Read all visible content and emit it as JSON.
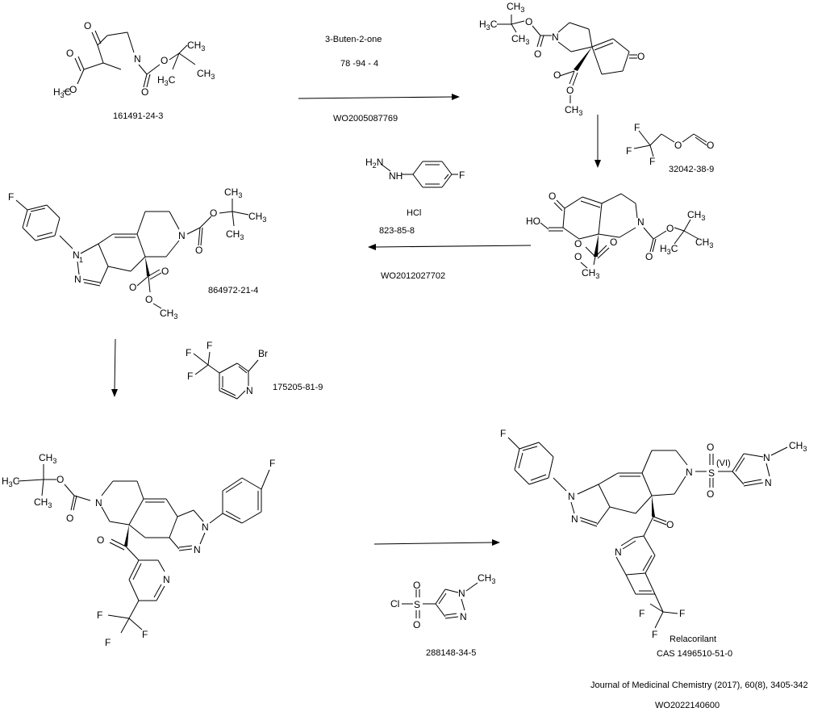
{
  "scheme": {
    "compounds": {
      "start": {
        "cas": "161491-24-3"
      },
      "enone": {},
      "hydroxymethylene": {},
      "pyrazole_boc": {
        "cas": "864972-21-4"
      },
      "ketone_boc": {},
      "product": {
        "name": "Relacorilant",
        "cas": "CAS 1496510-51-0"
      }
    },
    "reagents": {
      "step1": {
        "name": "3-Buten-2-one",
        "cas": "78 -94 - 4",
        "patent": "WO2005087769"
      },
      "step2": {
        "cas": "32042-38-9"
      },
      "step3": {
        "salt": "HCl",
        "cas": "823-85-8",
        "patent": "WO2012027702"
      },
      "step4": {
        "cas": "175205-81-9"
      },
      "step5": {
        "cas": "288148-34-5"
      }
    },
    "references": {
      "journal": "Journal of Medicinal Chemistry (2017), 60(8), 3405-342",
      "patent": "WO2022140600"
    }
  },
  "atoms": {
    "O": "O",
    "N": "N",
    "F": "F",
    "S": "S",
    "Br": "Br",
    "Cl": "Cl",
    "H": "H",
    "CH": "CH",
    "C": "C",
    "sub3": "3",
    "HO": "HO",
    "NH": "NH",
    "H2": "H",
    "sub2": "2",
    "VI": "(VI)"
  }
}
